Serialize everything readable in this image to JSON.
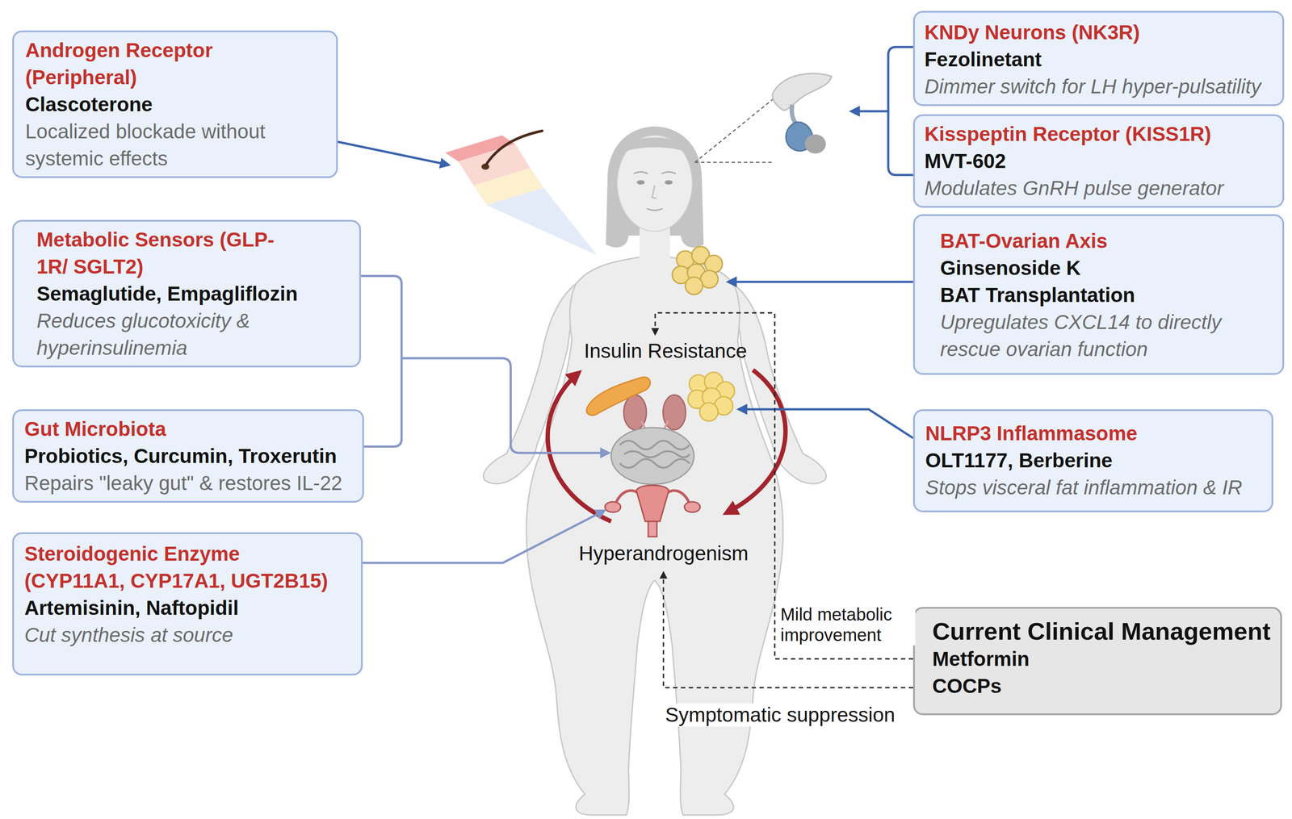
{
  "diagram": {
    "nodes": [
      {
        "text": [
          "Androgen Receptor (Peripheral)",
          "Clascoterone",
          "Localized blockade without systemic effects"
        ]
      },
      {
        "text": [
          "Metabolic Sensors (GLP-1R/ SGLT2)",
          "Semaglutide, Empagliflozin",
          "Reduces glucotoxicity & hyperinsulinemia"
        ]
      },
      {
        "text": [
          "Gut Microbiota",
          "Probiotics, Curcumin, Troxerutin",
          "Repairs \"leaky gut\" & restores IL-22"
        ]
      },
      {
        "text": [
          "Steroidogenic Enzyme (CYP11A1, CYP17A1, UGT2B15)",
          "Artemisinin, Naftopidil",
          "Cut synthesis at source"
        ]
      },
      {
        "text": [
          "KNDy Neurons (NK3R)",
          "Fezolinetant",
          "Dimmer switch for LH hyper-pulsatility"
        ]
      },
      {
        "text": [
          "Kisspeptin Receptor (KISS1R)",
          "MVT-602",
          "Modulates GnRH pulse generator"
        ]
      },
      {
        "text": [
          "BAT-Ovarian Axis",
          "Ginsenoside K",
          "BAT Transplantation",
          "Upregulates CXCL14 to directly rescue ovarian function"
        ]
      },
      {
        "text": [
          "NLRP3 Inflammasome",
          "OLT1177, Berberine",
          "Stops visceral fat inflammation & IR"
        ]
      },
      {
        "text": [
          "Current Clinical Management",
          "Metformin",
          "COCPs"
        ]
      }
    ],
    "edges": [
      {
        "from": 1,
        "to": 2,
        "arrow": "none"
      },
      {
        "from": 4,
        "to": 5,
        "arrow": "none"
      }
    ],
    "labels": [
      "Insulin Resistance",
      "Hyperandrogenism",
      "Mild metabolic improvement",
      "Symptomatic suppression"
    ]
  }
}
